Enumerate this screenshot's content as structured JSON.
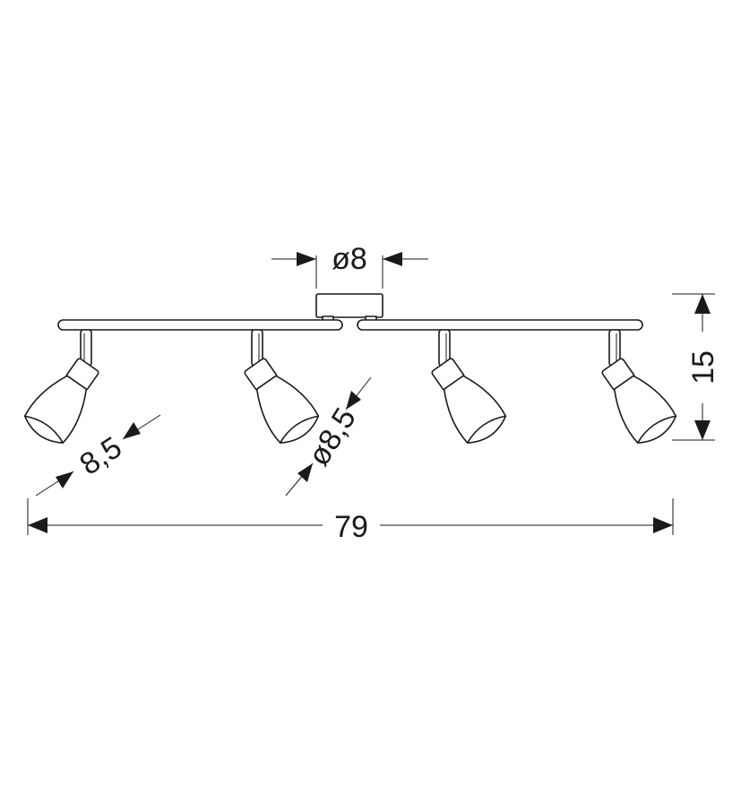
{
  "dimensions": {
    "base_diameter": "ø8",
    "height": "15",
    "total_length": "79",
    "shade_length": "8,5",
    "shade_diameter": "ø8,5"
  },
  "colors": {
    "line": "#1a1a1a",
    "background": "#ffffff"
  }
}
